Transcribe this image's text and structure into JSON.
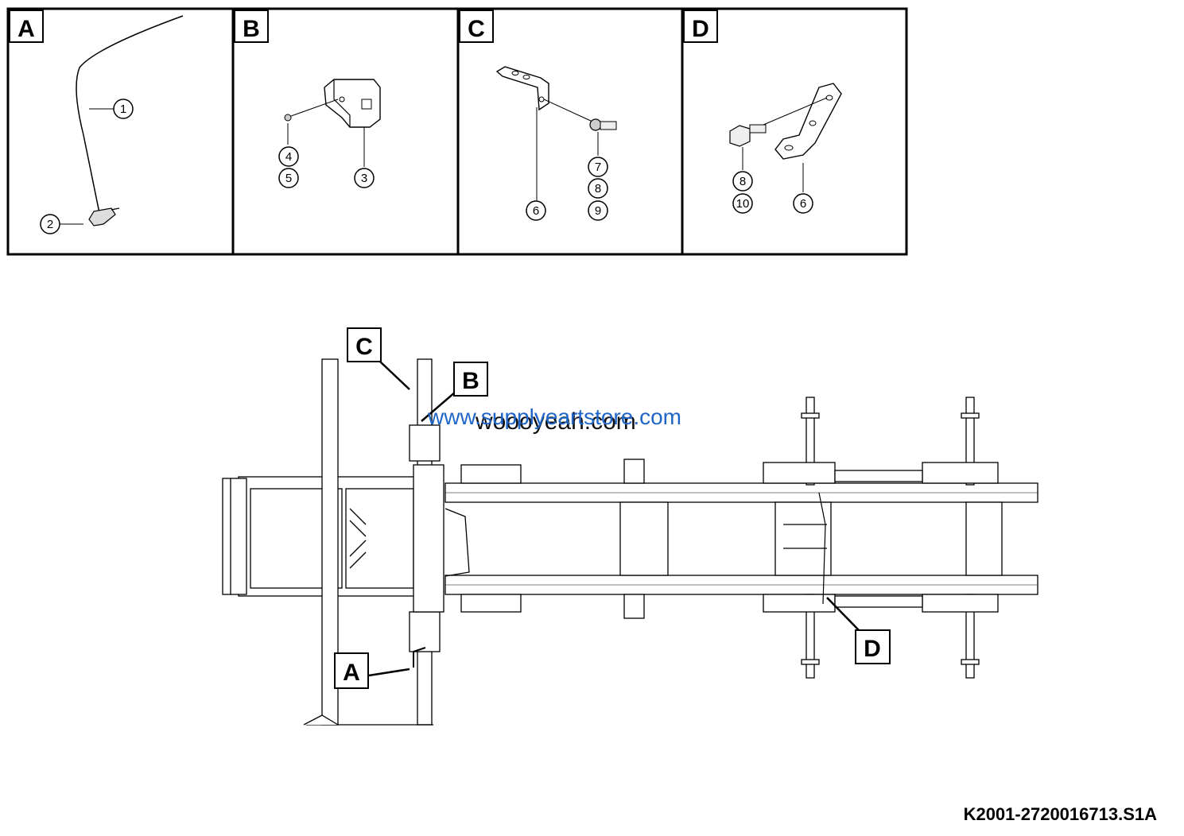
{
  "panels": [
    {
      "label": "A",
      "callouts": [
        "1",
        "2"
      ]
    },
    {
      "label": "B",
      "callouts": [
        "4",
        "5",
        "3"
      ]
    },
    {
      "label": "C",
      "callouts": [
        "7",
        "8",
        "9",
        "6"
      ]
    },
    {
      "label": "D",
      "callouts": [
        "8",
        "10",
        "6"
      ]
    }
  ],
  "main_labels": {
    "c": "C",
    "b": "B",
    "a": "A",
    "d": "D"
  },
  "watermarks": {
    "primary": "www.supplyeartstore.com",
    "secondary": "woooyeah.com"
  },
  "drawing_code": "K2001-2720016713.S1A"
}
